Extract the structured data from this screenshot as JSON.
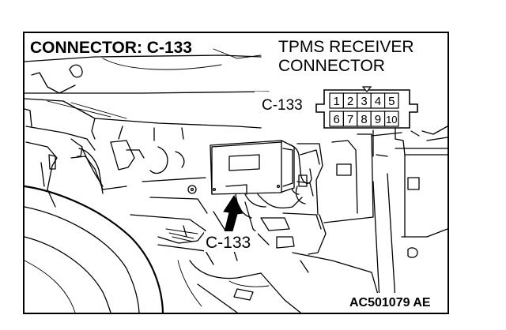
{
  "title": "CONNECTOR: C-133",
  "subtitle_line1": "TPMS RECEIVER",
  "subtitle_line2": "CONNECTOR",
  "connector_label": "C-133",
  "pins_top": [
    "1",
    "2",
    "3",
    "4",
    "5"
  ],
  "pins_bottom": [
    "6",
    "7",
    "8",
    "9",
    "10"
  ],
  "callout_label": "C-133",
  "figure_code": "AC501079 AE"
}
